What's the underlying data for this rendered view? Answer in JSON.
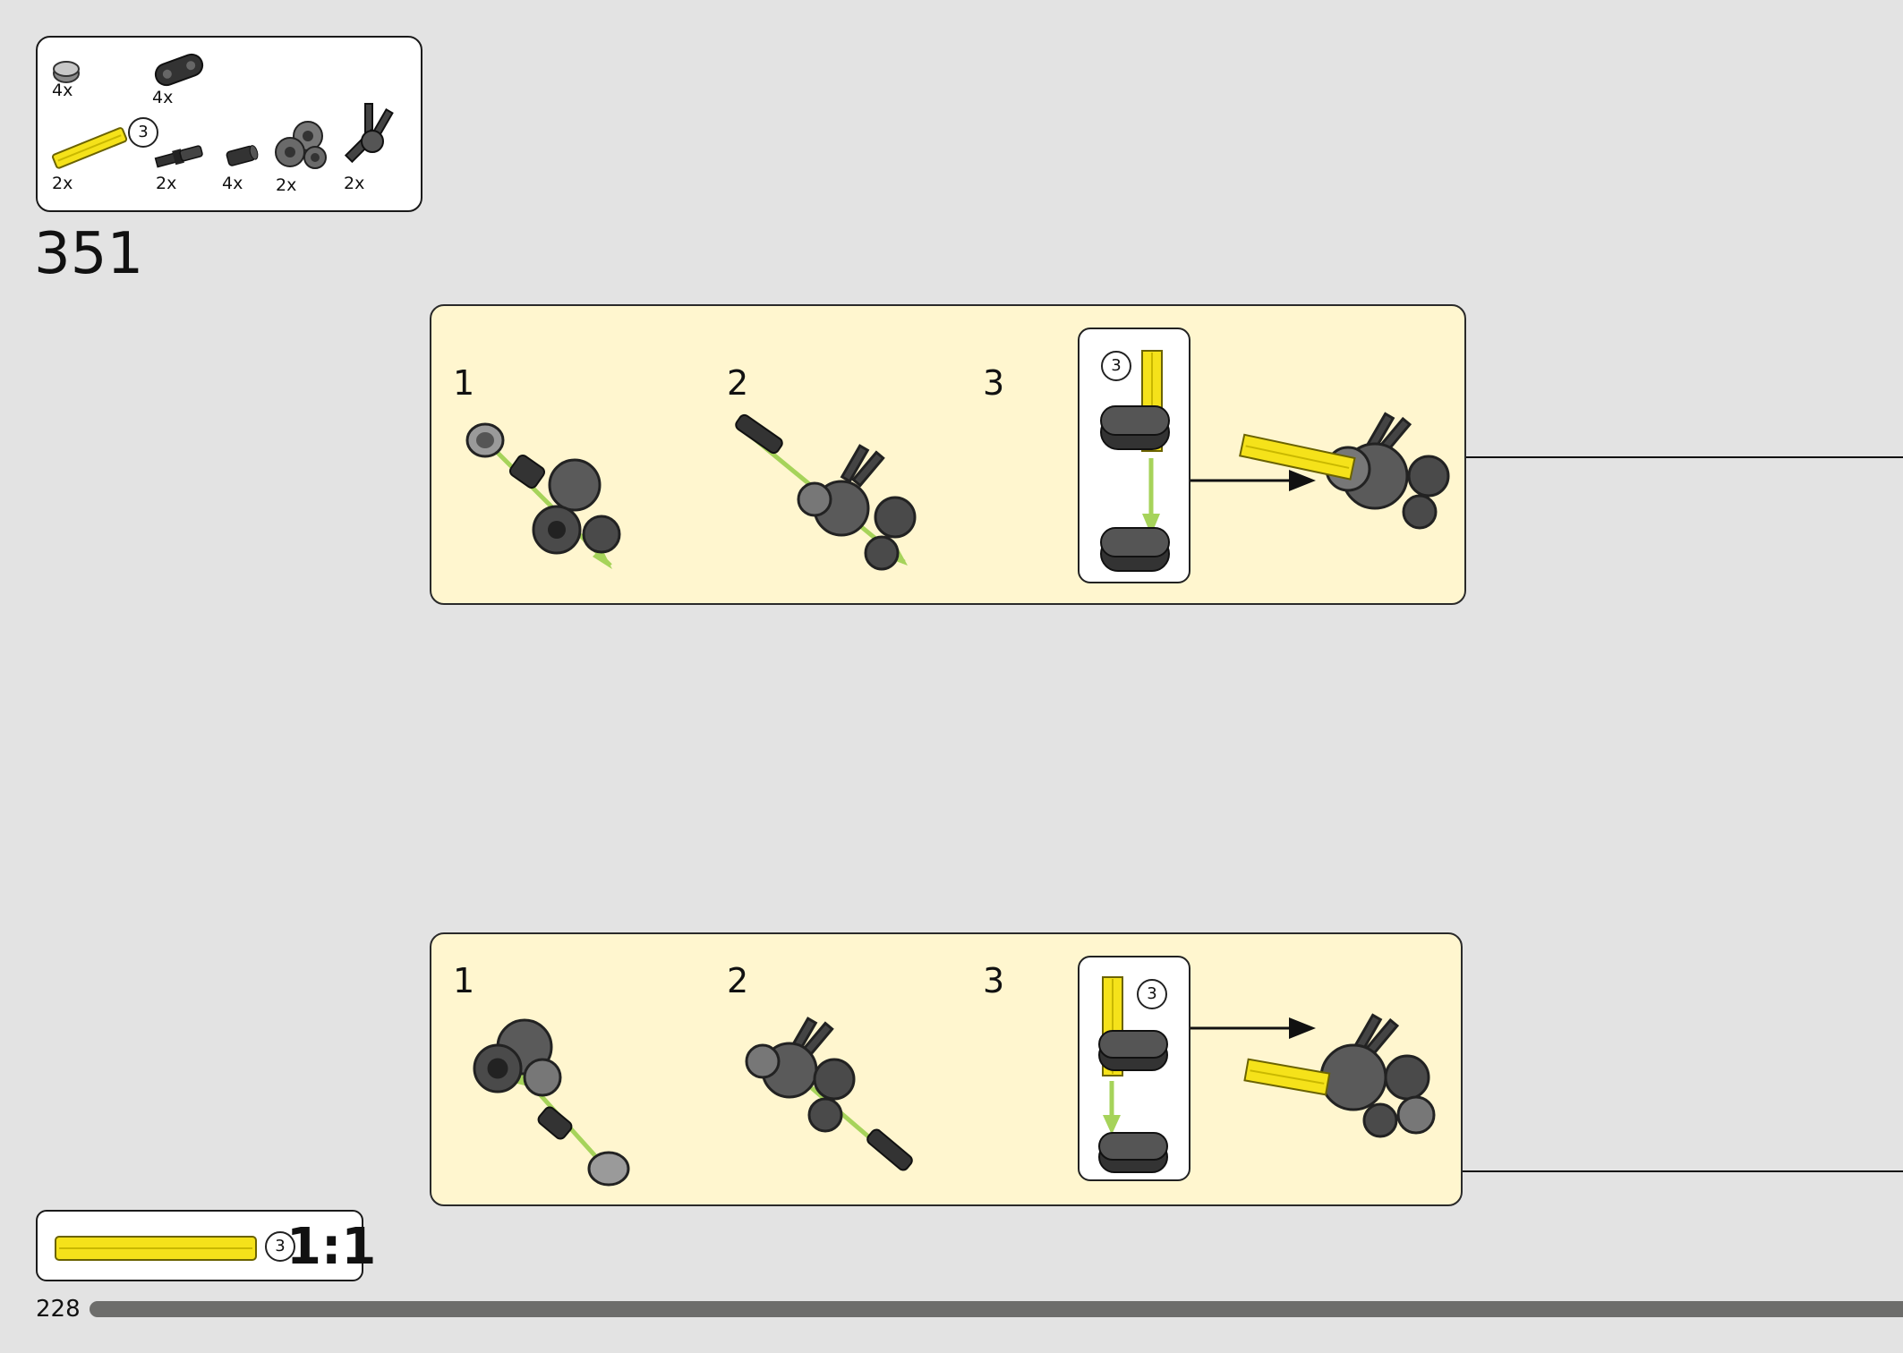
{
  "parts_list": {
    "items": [
      {
        "qty": "4x",
        "icon": "grey-bush-icon"
      },
      {
        "qty": "4x",
        "icon": "black-beam-2-icon"
      },
      {
        "qty": "2x",
        "icon": "yellow-axle-3-icon",
        "length": "3"
      },
      {
        "qty": "2x",
        "icon": "black-axle-pin-icon"
      },
      {
        "qty": "4x",
        "icon": "black-pin-icon"
      },
      {
        "qty": "2x",
        "icon": "grey-cross-block-icon"
      },
      {
        "qty": "2x",
        "icon": "black-angle-connector-icon"
      }
    ]
  },
  "step": {
    "number": "351"
  },
  "callouts": [
    {
      "steps": [
        "1",
        "2",
        "3"
      ],
      "axle_length": "3"
    },
    {
      "steps": [
        "1",
        "2",
        "3"
      ],
      "axle_length": "3"
    }
  ],
  "ruler": {
    "length": "3",
    "scale": "1:1"
  },
  "page": {
    "number": "228"
  },
  "colors": {
    "background": "#e3e3e3",
    "callout": "#fff6cf",
    "axle_yellow": "#f5e21a",
    "part_dark": "#3a3a3a",
    "part_grey": "#8a8a8a",
    "arrow_green": "#a6d35a"
  }
}
